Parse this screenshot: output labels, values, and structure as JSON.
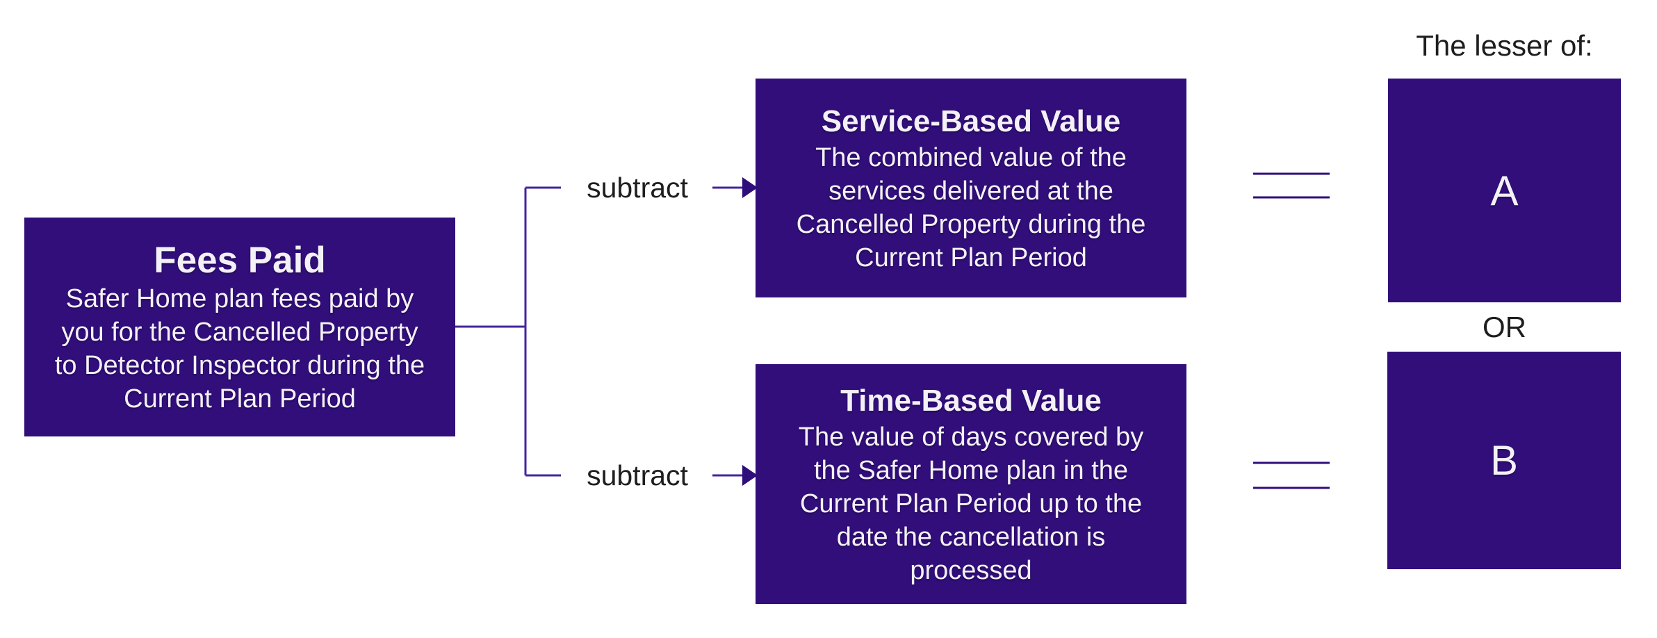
{
  "page": {
    "background": "#ffffff"
  },
  "palette": {
    "box_fill": "#310E7A",
    "box_text": "#F3F1F6",
    "connector_line": "#44249E",
    "equals_line": "#2F0D7B",
    "arrow_fill": "#2F0D7B",
    "label_text": "#1E1E1E"
  },
  "boxes": {
    "fees": {
      "title": "Fees Paid",
      "body": "Safer Home plan fees paid by\nyou for the Cancelled Property\nto Detector Inspector during the\nCurrent Plan Period"
    },
    "service": {
      "title": "Service-Based Value",
      "body": "The combined value of the\nservices delivered at the\nCancelled Property during the\nCurrent Plan Period"
    },
    "time": {
      "title": "Time-Based Value",
      "body": "The value of days covered by\nthe Safer Home plan in the\nCurrent Plan Period up to the\ndate the cancellation is\nprocessed"
    },
    "option_a": {
      "letter": "A"
    },
    "option_b": {
      "letter": "B"
    }
  },
  "labels": {
    "subtract_top": "subtract",
    "subtract_bottom": "subtract",
    "lesser_of": "The lesser of:",
    "or": "OR"
  }
}
